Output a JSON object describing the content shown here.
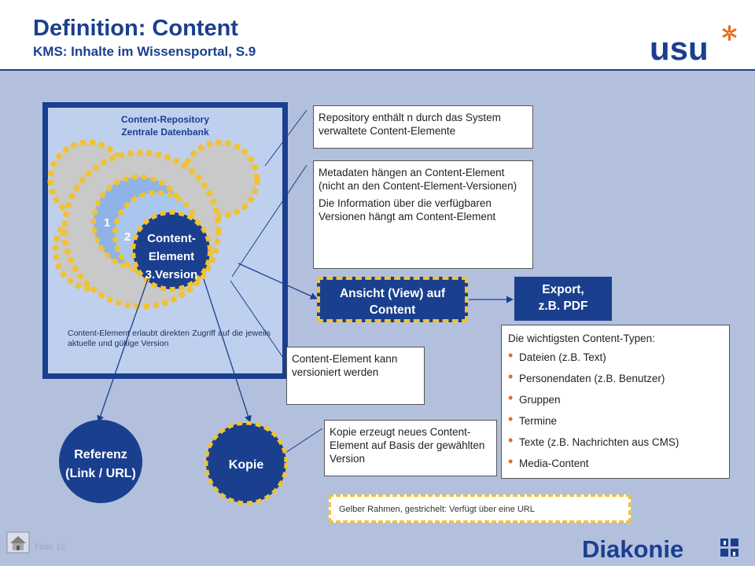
{
  "header": {
    "title": "Definition: Content",
    "subtitle": "KMS: Inhalte im Wissensportal, S.9",
    "usu_logo_text": "usu"
  },
  "repository": {
    "title_line1": "Content-Repository",
    "title_line2": "Zentrale Datenbank",
    "version1": "1",
    "version2": "2",
    "element_line1": "Content-",
    "element_line2": "Element",
    "element_line3": "3.Version",
    "access_note": "Content-Element erlaubt direkten Zugriff auf die jeweils aktuelle und gültige Version"
  },
  "notes": {
    "repo_note": "Repository enthält n durch das System verwaltete Content-Elemente",
    "meta_note_p1": "Metadaten hängen an Content-Element (nicht an den Content-Element-Versionen)",
    "meta_note_p2": "Die Information über die verfügbaren Versionen hängt am Content-Element",
    "versioned_note": "Content-Element kann versioniert werden",
    "copy_note": "Kopie erzeugt neues Content-Element auf Basis der gewählten Version"
  },
  "view_box": {
    "line1": "Ansicht (View) auf",
    "line2": "Content"
  },
  "export_box": {
    "line1": "Export,",
    "line2": "z.B. PDF"
  },
  "content_types": {
    "heading": "Die wichtigsten Content-Typen:",
    "items": [
      "Dateien (z.B. Text)",
      "Personendaten (z.B. Benutzer)",
      "Gruppen",
      "Termine",
      "Texte (z.B. Nachrichten aus CMS)",
      "Media-Content"
    ]
  },
  "reference_circle": {
    "line1": "Referenz",
    "line2": "(Link / URL)"
  },
  "copy_circle": {
    "label": "Kopie"
  },
  "legend": {
    "text": "Gelber Rahmen,  gestrichelt: Verfügt über eine URL"
  },
  "footer": {
    "slide_label": "Folie 12",
    "diakonie_logo_text": "Diakonie",
    "home_icon": "home-icon"
  },
  "colors": {
    "navy": "#1a3f8f",
    "dash_yellow": "#f1c232",
    "slide_bg": "#b3c0dd",
    "orange_accent": "#e86a1a"
  }
}
